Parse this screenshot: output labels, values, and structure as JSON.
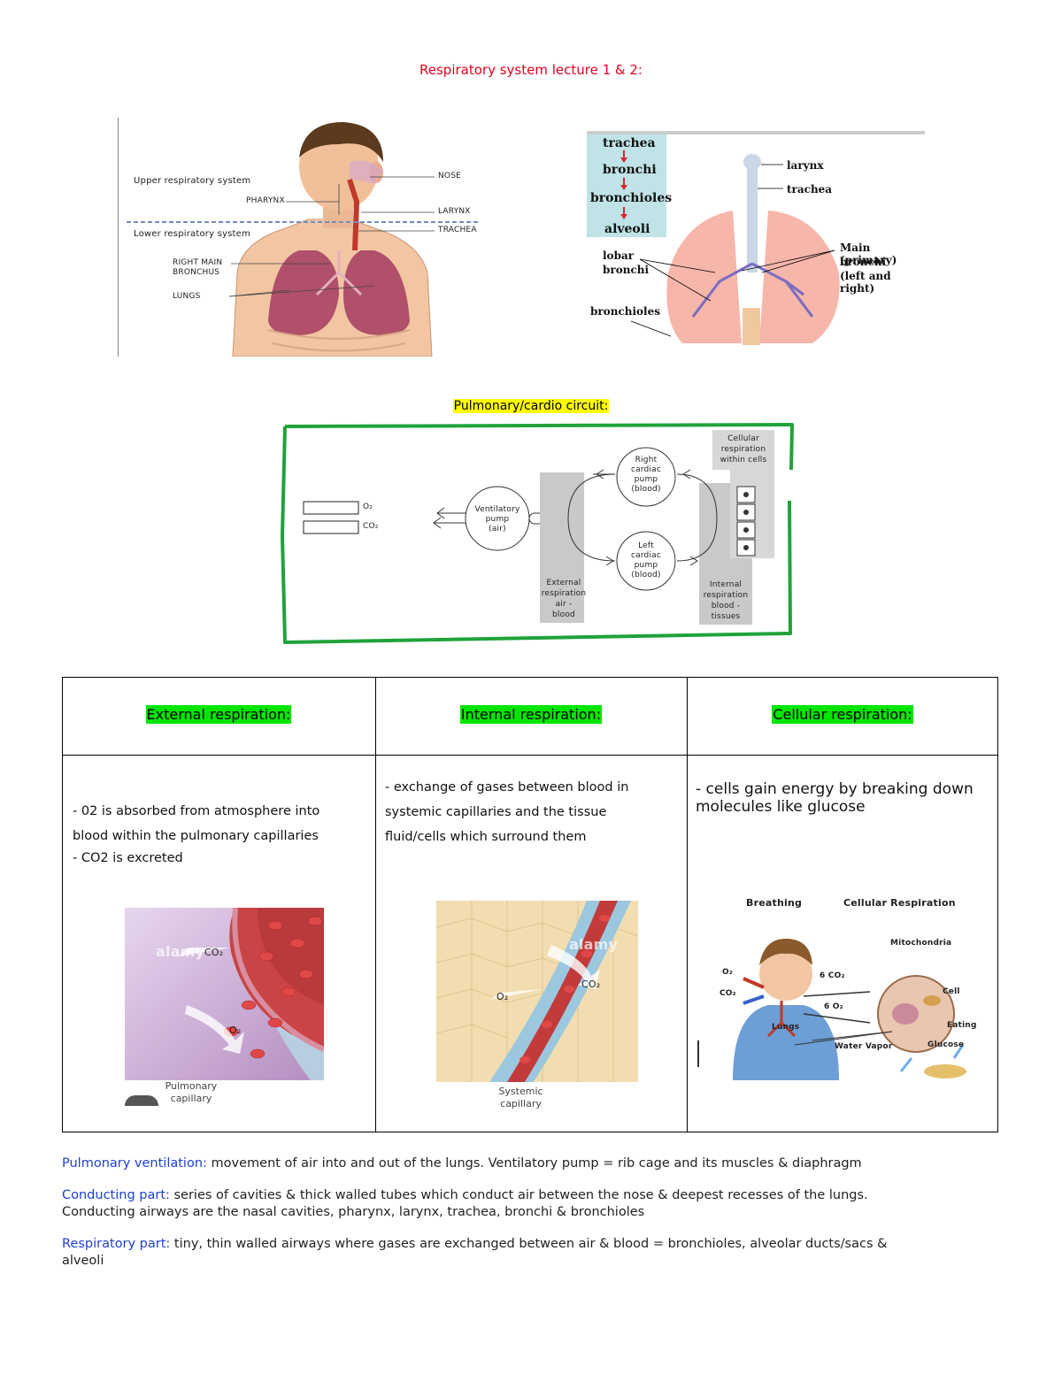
{
  "title": "Respiratory system lecture 1 & 2:",
  "fig1": {
    "upper": "Upper respiratory system",
    "lower": "Lower respiratory system",
    "pharynx": "PHARYNX",
    "nose": "NOSE",
    "larynx": "LARYNX",
    "trachea": "TRACHEA",
    "right_main": "RIGHT MAIN",
    "bronchus": "BRONCHUS",
    "lungs": "LUNGS"
  },
  "fig2": {
    "seq": [
      "trachea",
      "bronchi",
      "bronchioles",
      "alveoli"
    ],
    "larynx": "larynx",
    "trachea": "trachea",
    "lobar1": "lobar",
    "lobar2": "bronchi",
    "bronchioles": "bronchioles",
    "main1": "Main (primary)",
    "main2": "bronchi",
    "main3": "(left and right)"
  },
  "circuit": {
    "heading": "Pulmonary/cardio circuit:",
    "o2": "O₂",
    "co2": "CO₂",
    "vent": [
      "Ventilatory",
      "pump",
      "(air)"
    ],
    "right": [
      "Right",
      "cardiac",
      "pump",
      "(blood)"
    ],
    "left": [
      "Left",
      "cardiac",
      "pump",
      "(blood)"
    ],
    "ext": [
      "External",
      "respiration",
      "air -",
      "blood"
    ],
    "int": [
      "Internal",
      "respiration",
      "blood -",
      "tissues"
    ],
    "cell": [
      "Cellular",
      "respiration",
      "within cells"
    ]
  },
  "table": {
    "headers": [
      "External respiration:",
      "Internal respiration:",
      "Cellular respiration:"
    ],
    "ext_lines": [
      "- 02 is absorbed from atmosphere into",
      "blood within the pulmonary capillaries",
      "- CO2 is excreted"
    ],
    "int_lines": [
      "- exchange of gases between blood in",
      "systemic capillaries and the tissue",
      "fluid/cells which surround them"
    ],
    "cell_lines": [
      "- cells gain energy by breaking down",
      "molecules like glucose"
    ],
    "img1": {
      "co2": "CO₂",
      "o2": "O₂",
      "watermark": "alamy",
      "cap1": "Pulmonary",
      "cap2": "capillary"
    },
    "img2": {
      "co2": "CO₂",
      "o2": "O₂",
      "watermark": "alamy",
      "cap1": "Systemic",
      "cap2": "capillary"
    },
    "img3": {
      "breathing": "Breathing",
      "cellular": "Cellular Respiration",
      "o2": "O₂",
      "co2": "CO₂",
      "mito": "Mitochondria",
      "six_co2": "6 CO₂",
      "six_o2": "6 O₂",
      "cell": "Cell",
      "lungs": "Lungs",
      "eating": "Eating",
      "water": "Water Vapor",
      "glucose": "Glucose"
    }
  },
  "paras": {
    "p1_kw": "Pulmonary ventilation:",
    "p1": " movement of air into and out of the lungs. Ventilatory pump = rib cage and its muscles & diaphragm",
    "p2_kw": "Conducting part:",
    "p2": " series of cavities & thick walled tubes which conduct air between the nose & deepest recesses of the lungs.",
    "p2b": "Conducting airways are the nasal cavities, pharynx, larynx, trachea, bronchi & bronchioles",
    "p3_kw": "Respiratory part:",
    "p3": " tiny, thin walled airways where gases are exchanged between air & blood = bronchioles, alveolar ducts/sacs &",
    "p3b": "alveoli"
  }
}
